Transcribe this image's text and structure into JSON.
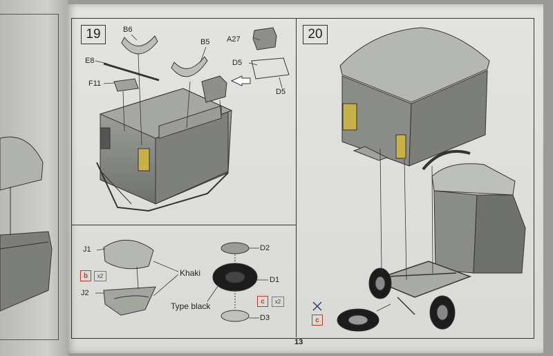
{
  "steps": [
    {
      "number": "19"
    },
    {
      "number": "20"
    }
  ],
  "parts": {
    "b6": "B6",
    "b5": "B5",
    "a27": "A27",
    "d5_left": "D5",
    "d5_right": "D5",
    "e8": "E8",
    "f11": "F11",
    "j1": "J1",
    "j2": "J2",
    "d2": "D2",
    "d1": "D1",
    "d3": "D3"
  },
  "paint": {
    "khaki": "Khaki",
    "type_black": "Type black"
  },
  "badges": {
    "b": "b",
    "c1": "c",
    "c2": "c"
  },
  "quantities": {
    "b_qty": "x2",
    "c_qty": "x2"
  },
  "page_number": "13",
  "colors": {
    "badge_red": "#c0392b",
    "part_grey": "#8f918d",
    "paper": "#dfe0dc"
  }
}
